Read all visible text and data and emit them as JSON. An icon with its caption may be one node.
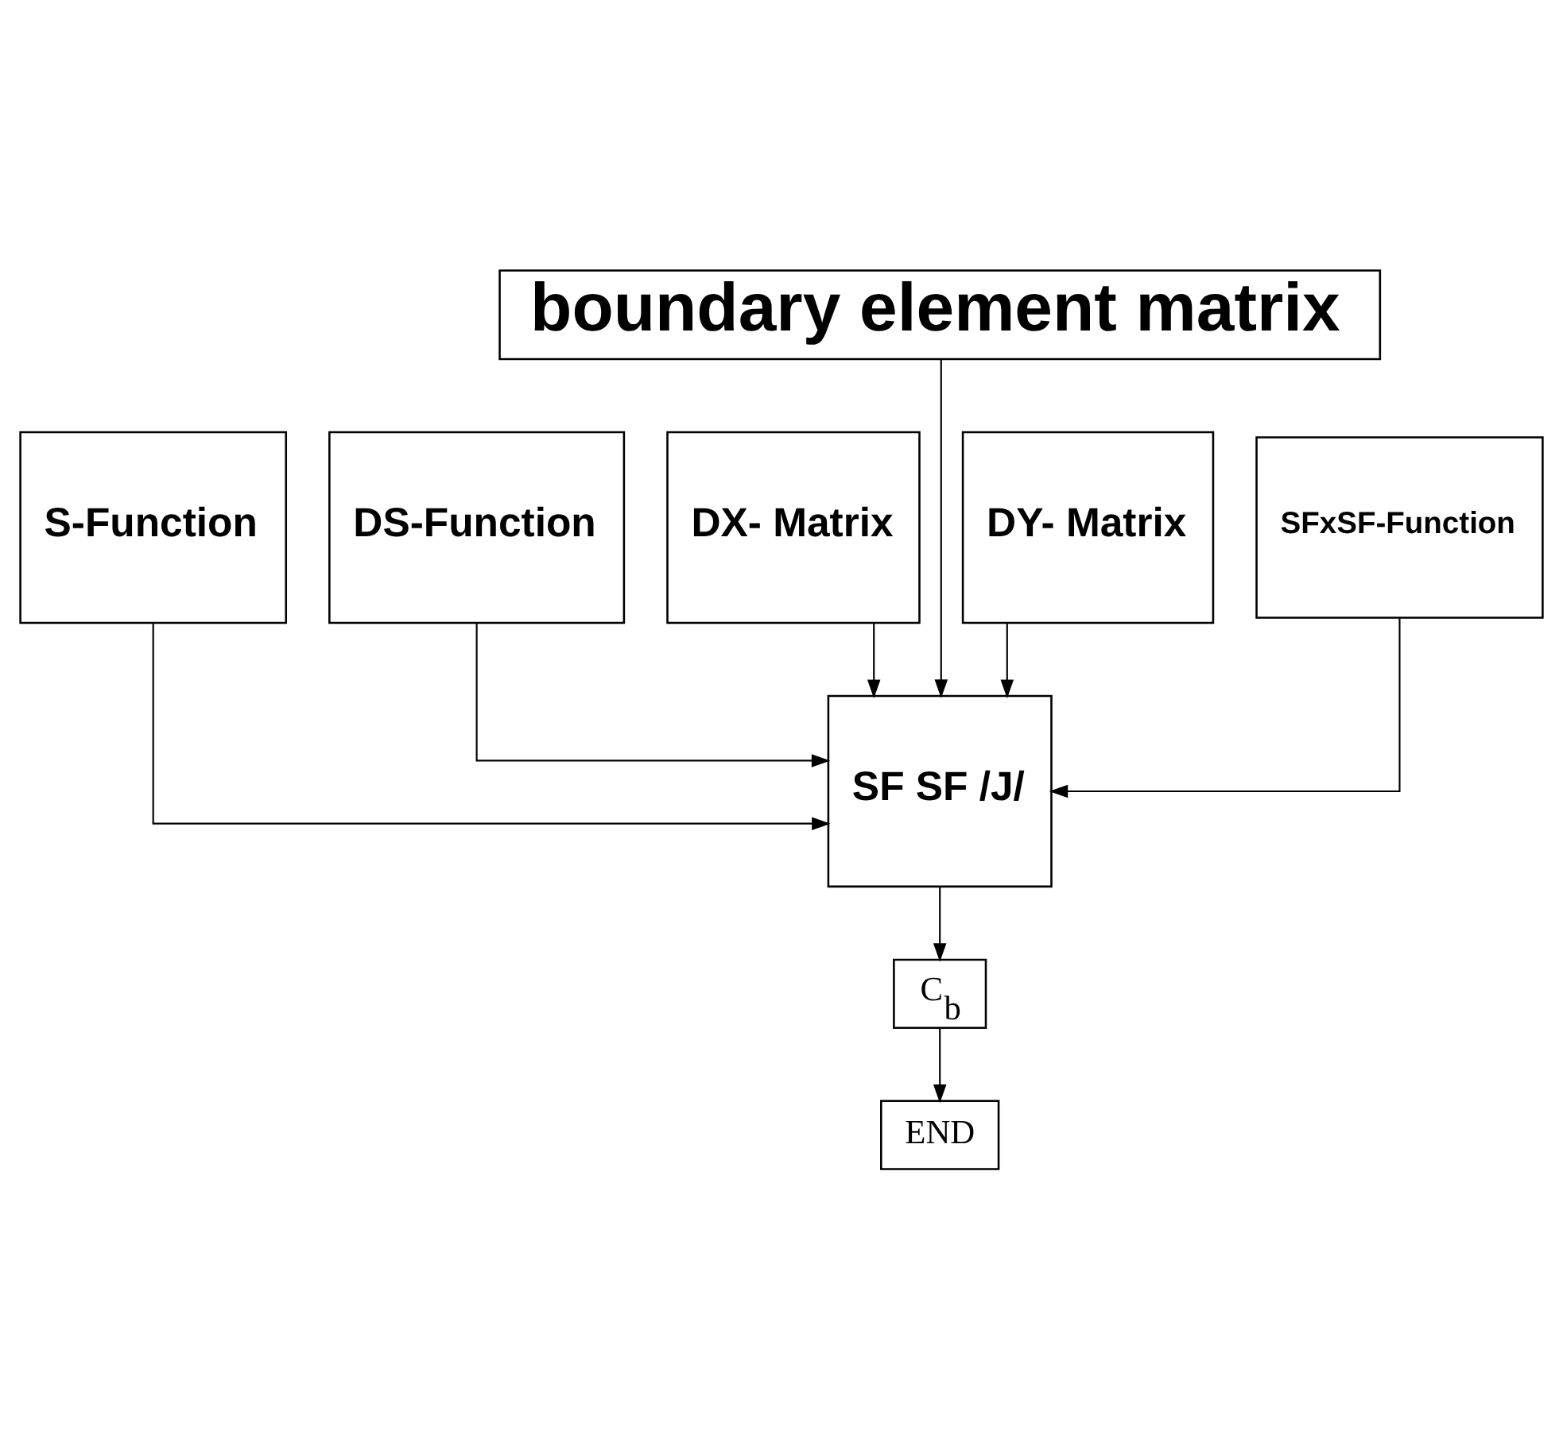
{
  "diagram": {
    "nodes": [
      {
        "text": [
          "boundary element matrix"
        ]
      },
      {
        "text": [
          "S-Function"
        ]
      },
      {
        "text": [
          "DS-Function"
        ]
      },
      {
        "text": [
          "DX- Matrix"
        ]
      },
      {
        "text": [
          "DY- Matrix"
        ]
      },
      {
        "text": [
          "SFxSF-Function"
        ]
      },
      {
        "text": [
          "SF SF /J/"
        ]
      },
      {
        "text": [
          "C$_{b}$"
        ]
      },
      {
        "text": [
          "END"
        ]
      }
    ],
    "edges": [
      {
        "from": 0,
        "to": 6,
        "arrow": "to"
      },
      {
        "from": 1,
        "to": 6,
        "arrow": "to"
      },
      {
        "from": 2,
        "to": 6,
        "arrow": "to"
      },
      {
        "from": 3,
        "to": 6,
        "arrow": "to"
      },
      {
        "from": 4,
        "to": 6,
        "arrow": "to"
      },
      {
        "from": 5,
        "to": 6,
        "arrow": "to"
      },
      {
        "from": 6,
        "to": 7,
        "arrow": "to"
      },
      {
        "from": 7,
        "to": 8,
        "arrow": "to"
      }
    ]
  }
}
